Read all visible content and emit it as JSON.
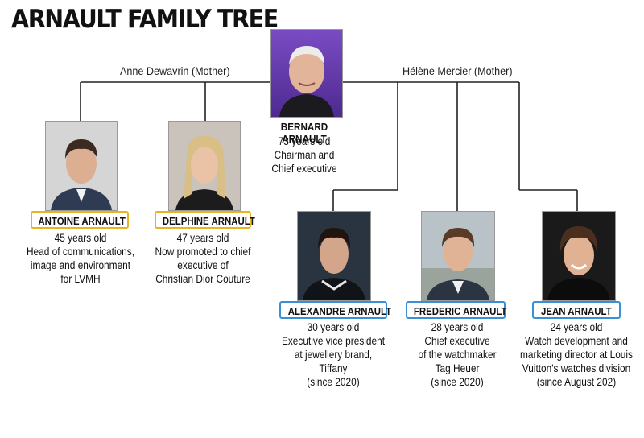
{
  "title": "ARNAULT FAMILY TREE",
  "mothers": {
    "left": "Anne Dewavrin (Mother)",
    "right": "Hélène Mercier (Mother)"
  },
  "bernard": {
    "name": "BERNARD ARNAULT",
    "lines": [
      "73 years old",
      "Chairman and",
      "Chief executive"
    ]
  },
  "children": [
    {
      "name": "ANTOINE ARNAULT",
      "lines": [
        "45 years old",
        "Head of communications,",
        "image and environment",
        "for LVMH"
      ],
      "box_color": "#e8b420"
    },
    {
      "name": "DELPHINE ARNAULT",
      "lines": [
        "47 years old",
        "Now promoted to chief",
        "executive of",
        "Christian Dior Couture"
      ],
      "box_color": "#e8b420"
    },
    {
      "name": "ALEXANDRE ARNAULT",
      "lines": [
        "30 years old",
        "Executive vice president",
        "at jewellery brand,",
        "Tiffany",
        "(since 2020)"
      ],
      "box_color": "#3a8fd6"
    },
    {
      "name": "FREDERIC ARNAULT",
      "lines": [
        "28 years old",
        "Chief executive",
        "of the watchmaker",
        "Tag Heuer",
        "(since 2020)"
      ],
      "box_color": "#3a8fd6"
    },
    {
      "name": "JEAN ARNAULT",
      "lines": [
        "24 years old",
        "Watch development and",
        "marketing director at Louis",
        "Vuitton's watches division",
        "(since August 202)"
      ],
      "box_color": "#3a8fd6"
    }
  ]
}
